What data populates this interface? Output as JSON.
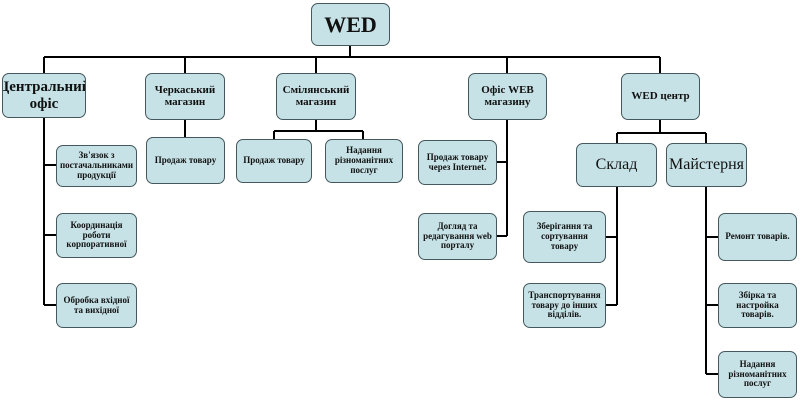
{
  "root": "WED",
  "level1": {
    "central": "Центральний офіс",
    "cherkasy": "Черкаський магазин",
    "smila": "Смілянський магазин",
    "web_office": "Офіс WEB магазину",
    "wed_center": "WED центр"
  },
  "central_items": [
    "Зв'язок з постачальниками продукції",
    "Координація роботи корпоративної",
    "Обробка вхідної та вихідної"
  ],
  "cherkasy_items": [
    "Продаж товару"
  ],
  "smila_items": [
    "Продаж товару",
    "Надання різноманітних послуг"
  ],
  "web_items": [
    "Продаж товару через Internet.",
    "Догляд та редагування web порталу"
  ],
  "center_sub": {
    "warehouse": "Склад",
    "workshop": "Майстерня"
  },
  "warehouse_items": [
    "Зберігання та сортування товару",
    "Транспортування товару до інших відділів."
  ],
  "workshop_items": [
    "Ремонт товарів.",
    "Збірка та настройка товарів.",
    "Надання різноманітних послуг"
  ]
}
